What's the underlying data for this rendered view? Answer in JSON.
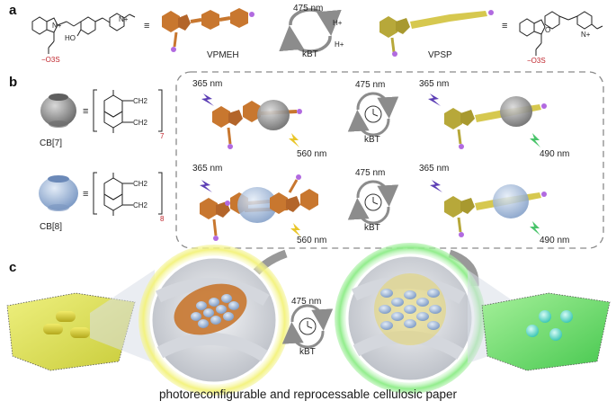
{
  "panels": {
    "a": {
      "letter": "a",
      "vpmeh": "VPMEH",
      "vpsp": "VPSP",
      "switch_wavelength": "475 nm",
      "kbt": "kBT",
      "h_plus": "H+",
      "equiv": "≡",
      "ho": "HO",
      "so3": "−O3S",
      "n_plus": "N+",
      "n_minus_o": "O"
    },
    "b": {
      "letter": "b",
      "cb7": "CB[7]",
      "cb8": "CB[8]",
      "cb7_sub": "7",
      "cb8_sub": "8",
      "equiv": "≡",
      "ch2": "CH2",
      "excite": "365 nm",
      "emit_orange": "560 nm",
      "emit_green": "490 nm",
      "switch_wavelength": "475 nm",
      "kbt": "kBT"
    },
    "c": {
      "letter": "c",
      "switch_wavelength": "475 nm",
      "kbt": "kBT"
    }
  },
  "caption": "photoreconfigurable and reprocessable cellulosic paper",
  "colors": {
    "orange": "#c8772f",
    "khaki": "#b7a83a",
    "cb7_grey": "#8a8a8a",
    "cb8_blue": "#9fb8d8",
    "paper_yellow": "#e2e36b",
    "paper_green": "#7de37a",
    "bolt_purple": "#5d3fb5",
    "bolt_yellow": "#e9c62a",
    "bolt_green": "#4ac46b",
    "minus_red": "#c0262d"
  }
}
